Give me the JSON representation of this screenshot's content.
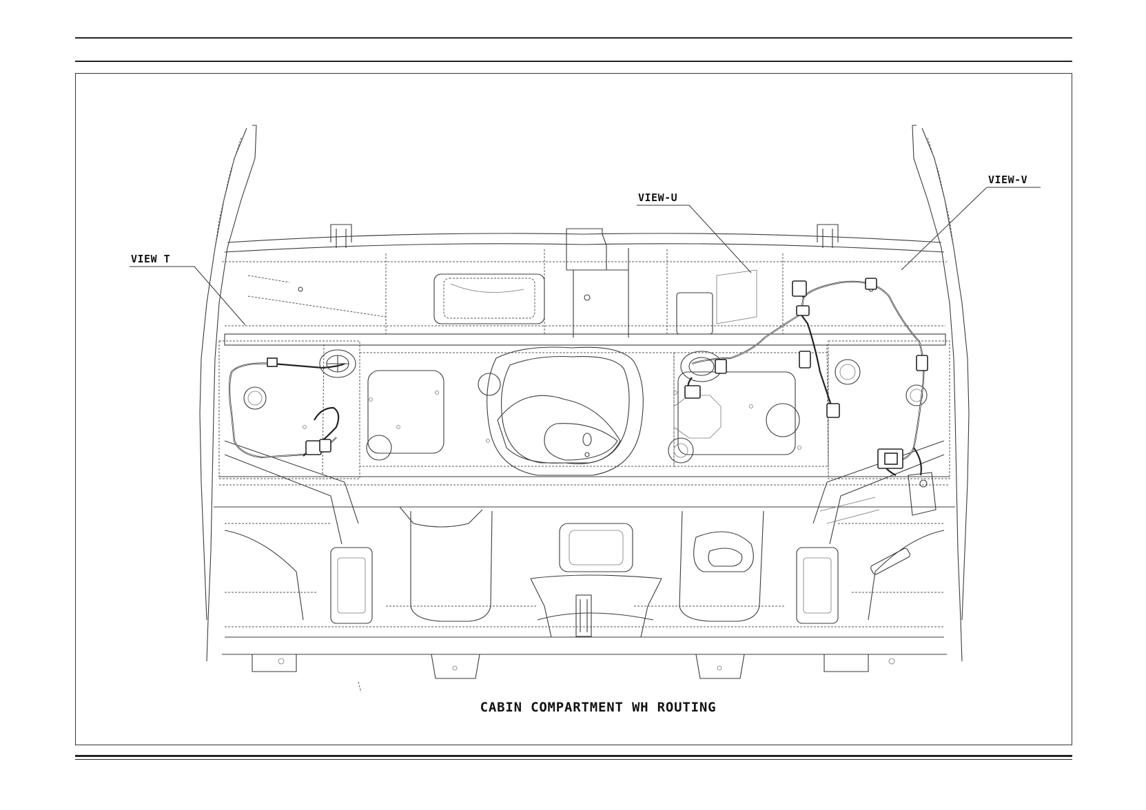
{
  "drawing": {
    "caption": "CABIN COMPARTMENT WH ROUTING",
    "callouts": [
      {
        "id": "view-t",
        "label": "VIEW T"
      },
      {
        "id": "view-u",
        "label": "VIEW-U"
      },
      {
        "id": "view-v",
        "label": "VIEW-V"
      }
    ]
  }
}
